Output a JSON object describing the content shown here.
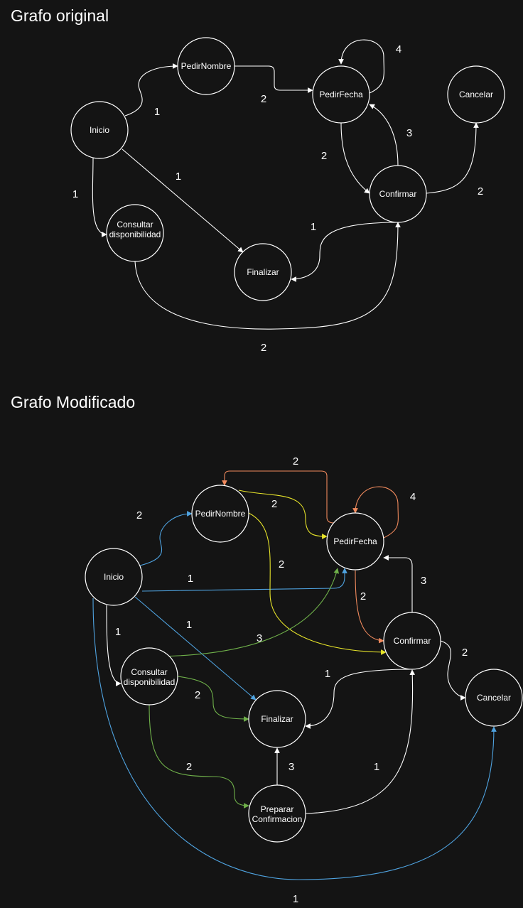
{
  "titles": {
    "original": "Grafo original",
    "modified": "Grafo Modificado"
  },
  "colors": {
    "background": "#141414",
    "white": "#ffffff",
    "blue": "#4fa3e0",
    "yellow": "#e8e52a",
    "orange": "#f08a5d",
    "green": "#6fb04a"
  },
  "nodes": {
    "inicio": "Inicio",
    "pedir_nombre": "PedirNombre",
    "pedir_fecha": "PedirFecha",
    "cancelar": "Cancelar",
    "confirmar": "Confirmar",
    "consultar_1": "Consultar",
    "consultar_2": "disponibilidad",
    "finalizar": "Finalizar",
    "preparar_1": "Preparar",
    "preparar_2": "Confirmacion"
  },
  "weights": {
    "w1": "1",
    "w2": "2",
    "w3": "3",
    "w4": "4"
  }
}
